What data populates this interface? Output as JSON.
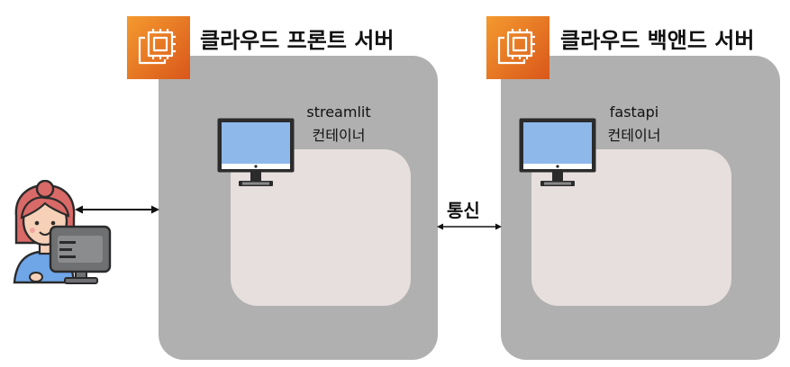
{
  "front_server": {
    "title": "클라우드 프론트 서버",
    "icon": "ec2-chip-icon",
    "container": {
      "name": "streamlit",
      "label": "컨테이너",
      "icon": "monitor-icon"
    }
  },
  "back_server": {
    "title": "클라우드 백앤드 서버",
    "icon": "ec2-chip-icon",
    "container": {
      "name": "fastapi",
      "label": "컨테이너",
      "icon": "monitor-icon"
    }
  },
  "communication": {
    "label": "통신"
  },
  "user": {
    "icon": "user-at-computer-icon"
  },
  "colors": {
    "server_bg": "#b0b0b0",
    "container_bg": "#e7dede",
    "aws_orange_light": "#f49a2f",
    "aws_orange_dark": "#d9571a",
    "monitor_screen": "#8eb8ea",
    "monitor_frame": "#2b2b2b"
  }
}
